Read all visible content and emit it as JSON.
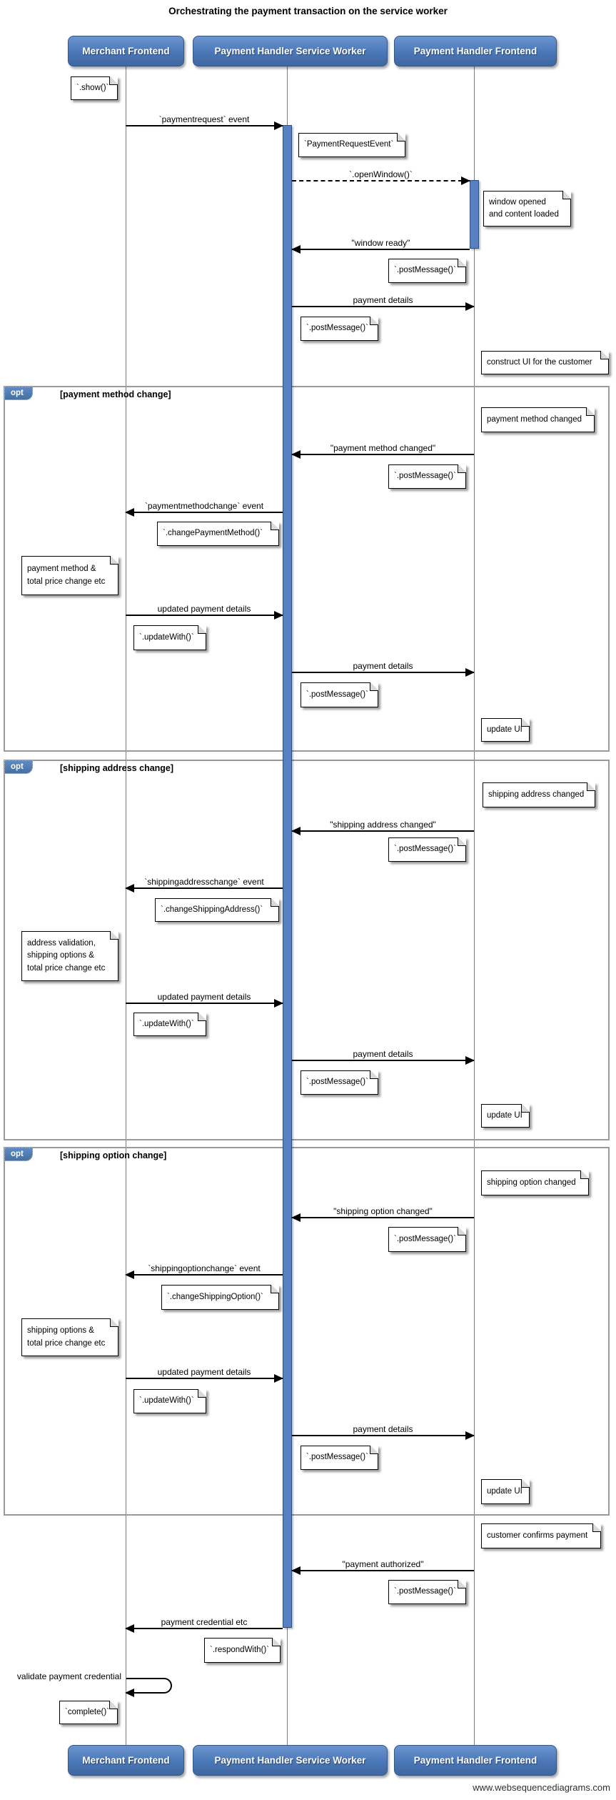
{
  "title": "Orchestrating the payment transaction on the service worker",
  "watermark": "www.websequencediagrams.com",
  "actors": {
    "merchant": "Merchant Frontend",
    "service_worker": "Payment Handler Service Worker",
    "handler_frontend": "Payment Handler Frontend"
  },
  "fragments": {
    "payment_method": {
      "keyword": "opt",
      "condition": "[payment method change]"
    },
    "shipping_address": {
      "keyword": "opt",
      "condition": "[shipping address change]"
    },
    "shipping_option": {
      "keyword": "opt",
      "condition": "[shipping option change]"
    }
  },
  "messages": {
    "paymentrequest_event": "`paymentrequest` event",
    "open_window": "`.openWindow()`",
    "window_ready": "\"window ready\"",
    "payment_details": "payment details",
    "payment_method_changed": "\"payment method changed\"",
    "paymentmethodchange_event": "`paymentmethodchange` event",
    "updated_payment_details": "updated payment details",
    "shipping_address_changed": "\"shipping address changed\"",
    "shippingaddresschange_event": "`shippingaddresschange` event",
    "shipping_option_changed": "\"shipping option changed\"",
    "shippingoptionchange_event": "`shippingoptionchange` event",
    "payment_authorized": "\"payment authorized\"",
    "payment_credential": "payment credential etc",
    "validate_credential": "validate payment credential"
  },
  "notes": {
    "show": "`.show()`",
    "payment_request_event": "`PaymentRequestEvent`",
    "window_opened": "window opened\nand content loaded",
    "post_message": "`.postMessage()`",
    "construct_ui": "construct UI for the customer",
    "payment_method_changed": "payment method changed",
    "change_payment_method": "`.changePaymentMethod()`",
    "payment_method_total": "payment method &\ntotal price change etc",
    "update_with": "`.updateWith()`",
    "update_ui": "update UI",
    "shipping_address_changed": "shipping address changed",
    "change_shipping_address": "`.changeShippingAddress()`",
    "address_validation": "address validation,\nshipping options &\ntotal price change etc",
    "shipping_option_changed": "shipping option changed",
    "change_shipping_option": "`.changeShippingOption()`",
    "shipping_options_total": "shipping options &\ntotal price change etc",
    "customer_confirms": "customer confirms payment",
    "respond_with": "`.respondWith()`",
    "complete": "`complete()`"
  },
  "colors": {
    "actor_fill": "#4a77b8",
    "activation_fill": "#587fc0",
    "fragment_border": "#9a9a9a"
  }
}
